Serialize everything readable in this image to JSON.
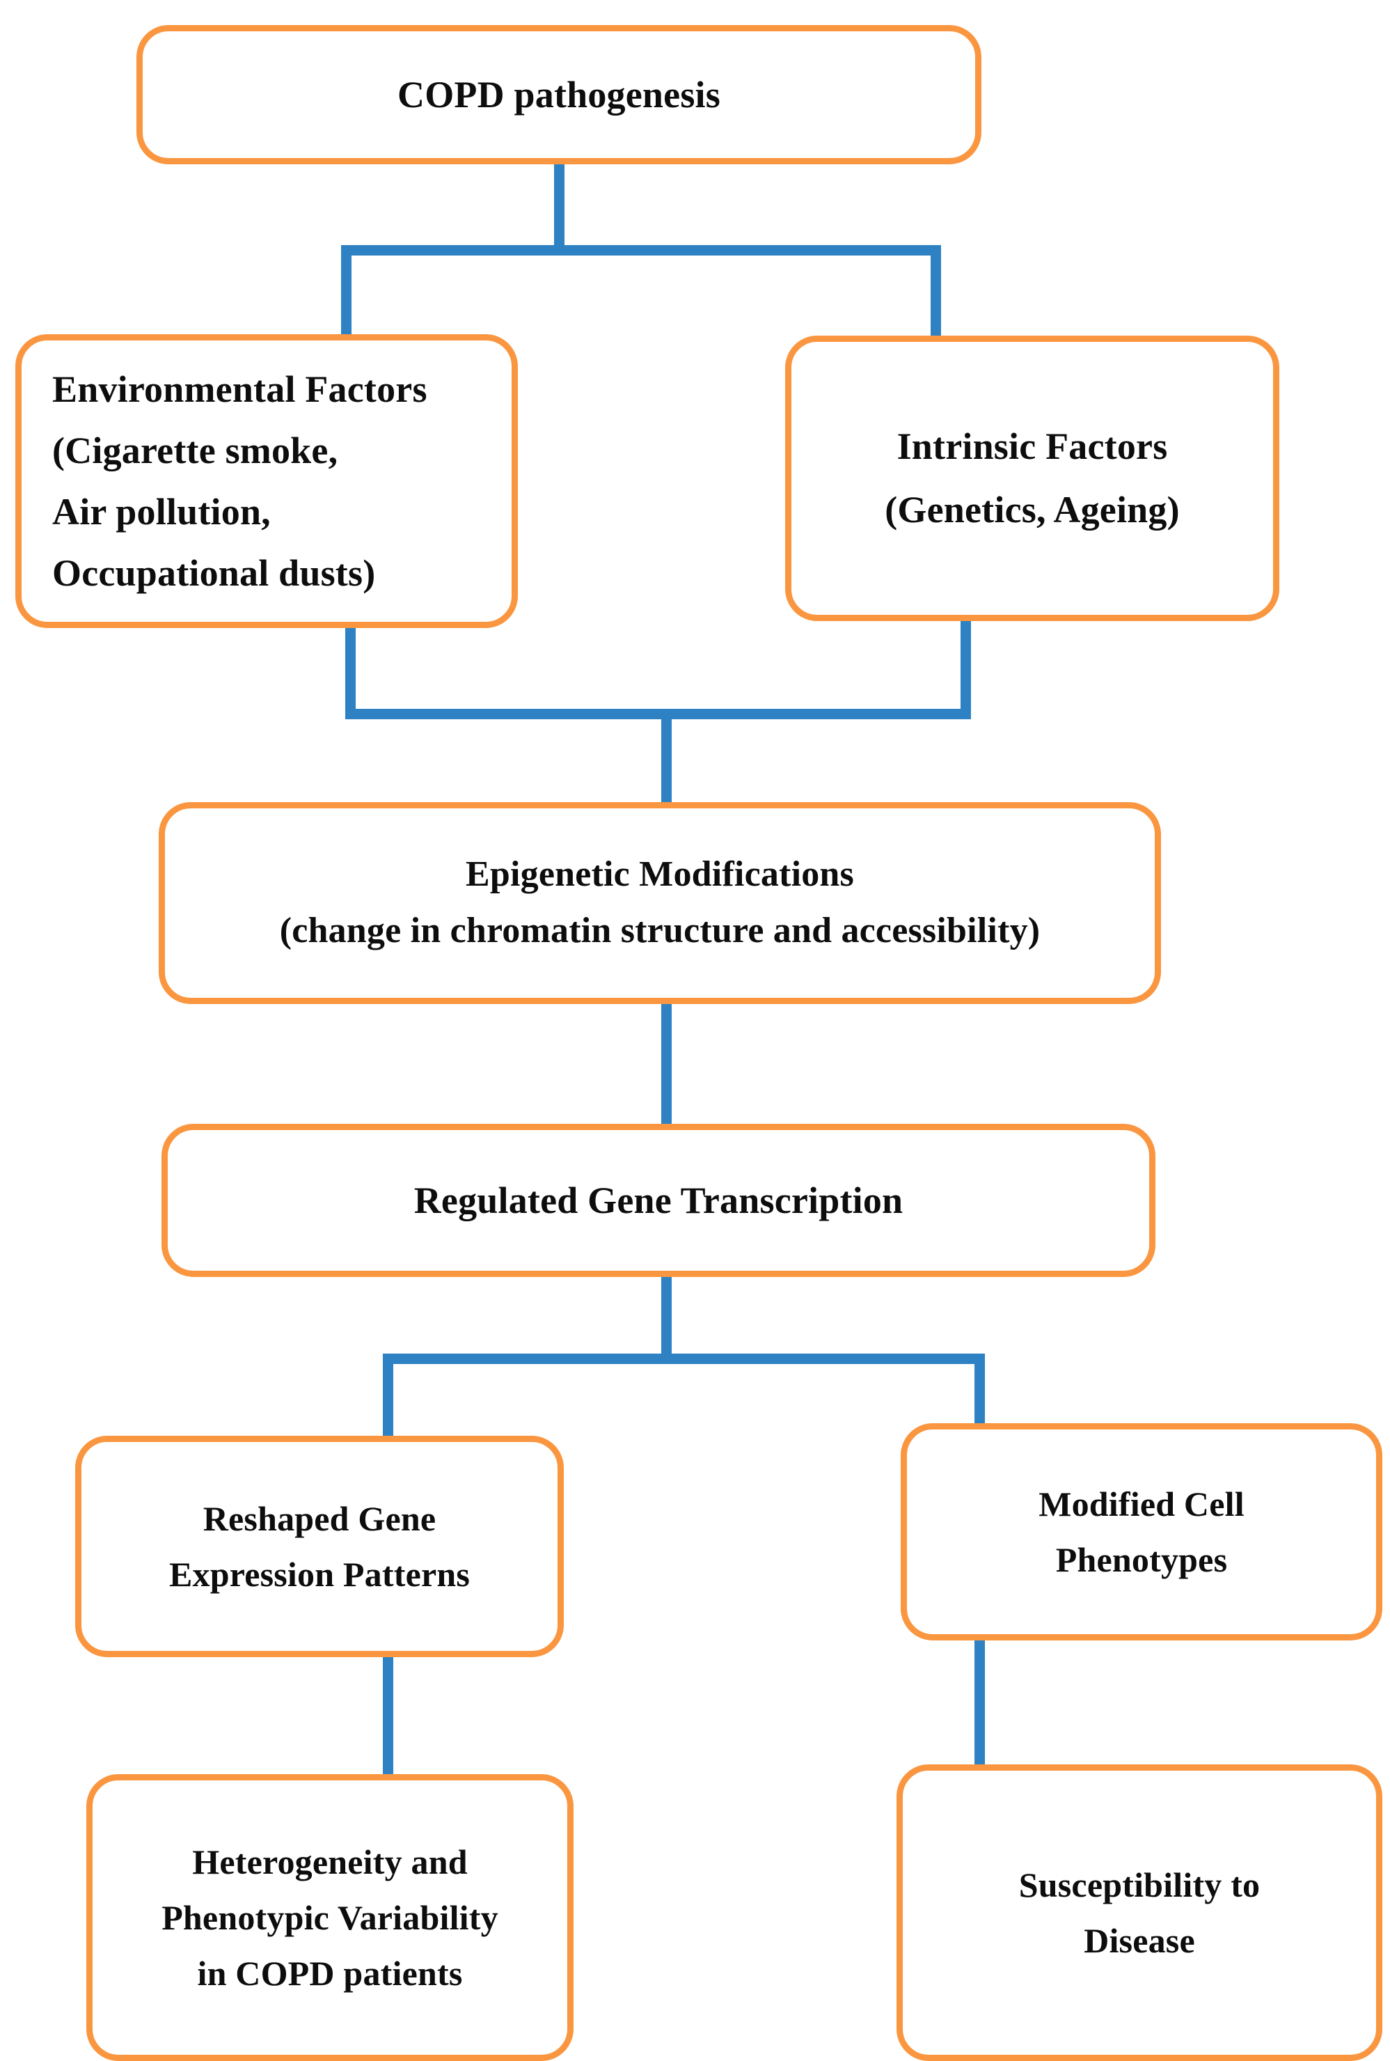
{
  "diagram": {
    "title": "COPD pathogenesis epigenetics flowchart",
    "colors": {
      "node_border": "#FA9640",
      "connector": "#2E82C4",
      "node_fill": "#FFFFFF",
      "text": "#0D0D0D"
    },
    "nodes": [
      {
        "id": "copd",
        "label": "COPD pathogenesis",
        "align": "center",
        "level": 1
      },
      {
        "id": "environmental",
        "label": "Environmental Factors\n(Cigarette smoke,\nAir pollution,\nOccupational dusts)",
        "align": "left",
        "level": 2
      },
      {
        "id": "intrinsic",
        "label": "Intrinsic Factors\n(Genetics, Ageing)",
        "align": "center",
        "level": 2
      },
      {
        "id": "epigenetic",
        "label": "Epigenetic Modifications\n(change in chromatin structure and accessibility)",
        "align": "center",
        "level": 3
      },
      {
        "id": "regulated",
        "label": "Regulated Gene Transcription",
        "align": "center",
        "level": 4
      },
      {
        "id": "reshaped",
        "label": "Reshaped Gene\nExpression Patterns",
        "align": "center",
        "level": 5
      },
      {
        "id": "modified",
        "label": "Modified Cell\nPhenotypes",
        "align": "center",
        "level": 5
      },
      {
        "id": "heterogeneity",
        "label": "Heterogeneity and\nPhenotypic Variability\nin COPD patients",
        "align": "center",
        "level": 6
      },
      {
        "id": "susceptibility",
        "label": "Susceptibility to\nDisease",
        "align": "center",
        "level": 6
      }
    ],
    "edges": [
      {
        "from": "copd",
        "to": "environmental",
        "style": "orthogonal-split"
      },
      {
        "from": "copd",
        "to": "intrinsic",
        "style": "orthogonal-split"
      },
      {
        "from": "environmental",
        "to": "epigenetic",
        "style": "orthogonal-merge"
      },
      {
        "from": "intrinsic",
        "to": "epigenetic",
        "style": "orthogonal-merge"
      },
      {
        "from": "epigenetic",
        "to": "regulated",
        "style": "straight"
      },
      {
        "from": "regulated",
        "to": "reshaped",
        "style": "orthogonal-split"
      },
      {
        "from": "regulated",
        "to": "modified",
        "style": "orthogonal-split"
      },
      {
        "from": "reshaped",
        "to": "heterogeneity",
        "style": "straight"
      },
      {
        "from": "modified",
        "to": "susceptibility",
        "style": "straight"
      }
    ]
  }
}
